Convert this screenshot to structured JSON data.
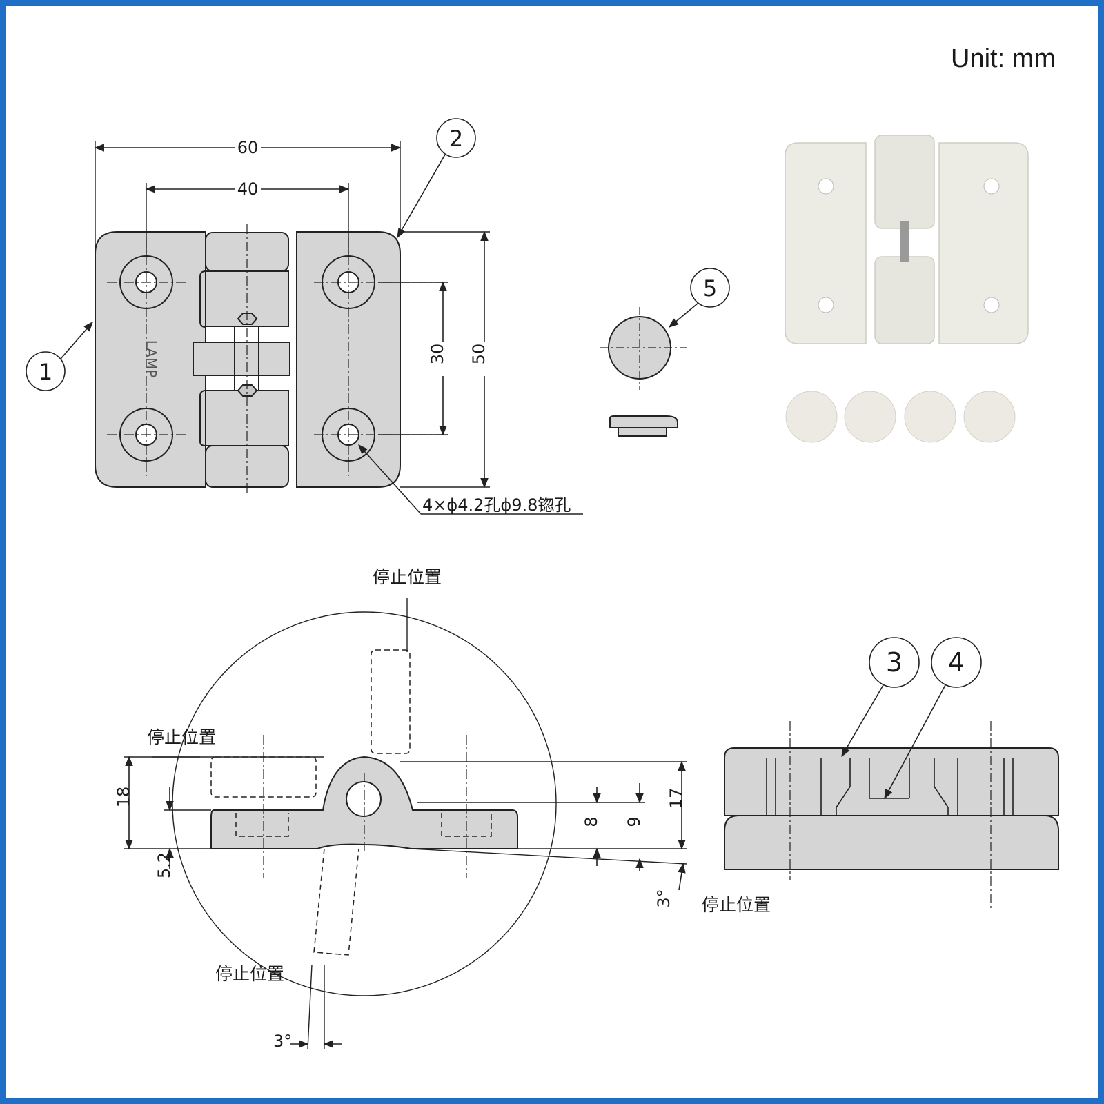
{
  "unit_label": "Unit: mm",
  "brand_mark": "LAMP",
  "colors": {
    "frame": "#1f6fc6",
    "part_fill": "#d5d5d5",
    "photo_part": "#ecebe4",
    "line": "#222222"
  },
  "top_view": {
    "dims": {
      "overall_width": "60",
      "hole_spacing_x": "40",
      "hole_spacing_y": "30",
      "overall_height": "50"
    },
    "hole_note": "4×ϕ4.2孔ϕ9.8锪孔"
  },
  "callouts": [
    "1",
    "2",
    "3",
    "4",
    "5"
  ],
  "side_view": {
    "dims": {
      "height_18": "18",
      "offset_5_2": "5.2",
      "dim_8": "8",
      "dim_9": "9",
      "dim_17": "17",
      "angle_right": "3°",
      "angle_bottom": "3°"
    },
    "stop_labels": [
      "停止位置",
      "停止位置",
      "停止位置",
      "停止位置"
    ]
  }
}
